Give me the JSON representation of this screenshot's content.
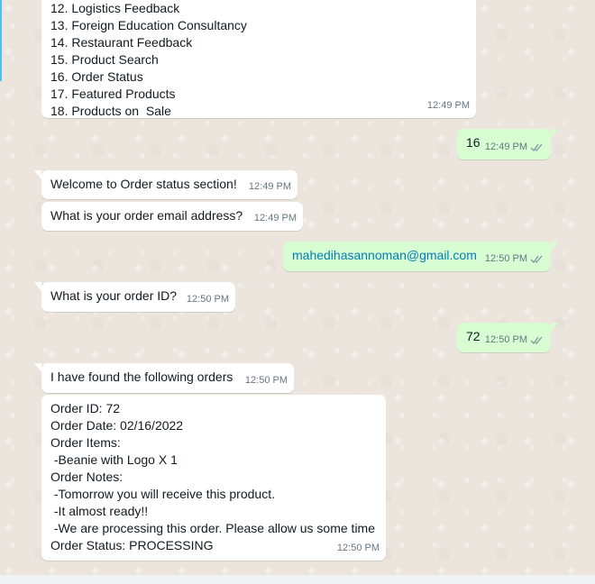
{
  "chat": {
    "menu_message": {
      "items": [
        "12. Logistics Feedback",
        "13. Foreign Education Consultancy",
        "14. Restaurant Feedback",
        "15. Product Search",
        "16. Order Status",
        "17. Featured Products",
        "18. Products on  Sale"
      ],
      "time": "12:49 PM"
    },
    "sent_choice": {
      "text": "16",
      "time": "12:49 PM"
    },
    "bot_welcome": {
      "text": "Welcome to Order status section!",
      "time": "12:49 PM"
    },
    "bot_ask_email": {
      "text": "What is your order email address?",
      "time": "12:49 PM"
    },
    "sent_email": {
      "text": "mahedihasannoman@gmail.com",
      "time": "12:50 PM"
    },
    "bot_ask_id": {
      "text": "What is your order ID?",
      "time": "12:50 PM"
    },
    "sent_id": {
      "text": "72",
      "time": "12:50 PM"
    },
    "bot_found": {
      "text": "I have found the following orders",
      "time": "12:50 PM"
    },
    "order_details": {
      "lines": [
        "Order ID: 72",
        "Order Date: 02/16/2022",
        "Order Items:",
        " -Beanie with Logo X 1",
        "Order Notes:",
        " -Tomorrow you will receive this product.",
        " -It almost ready!!",
        " -We are processing this order. Please allow us some time",
        "Order Status: PROCESSING"
      ],
      "time": "12:50 PM"
    }
  },
  "colors": {
    "incoming_bubble": "#ffffff",
    "outgoing_bubble": "#d9fdd3",
    "link": "#027eb5",
    "tick": "#8696a0"
  },
  "icons": {
    "read_receipt": "double-check-icon"
  }
}
